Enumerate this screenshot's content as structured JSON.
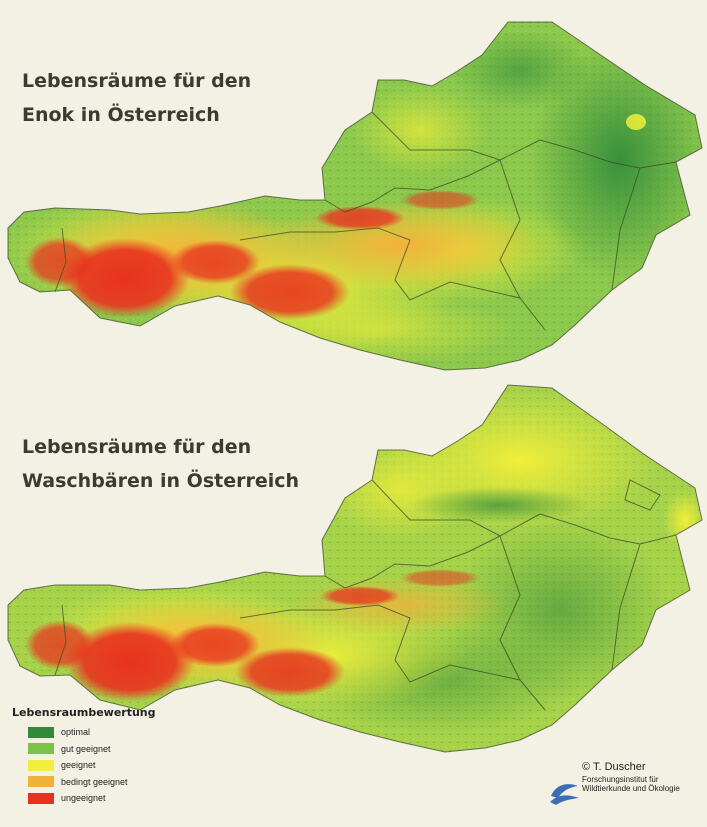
{
  "maps": {
    "top": {
      "title_line1": "Lebensräume für den",
      "title_line2": "Enok in Österreich"
    },
    "bottom": {
      "title_line1": "Lebensräume für den",
      "title_line2": "Waschbären in Österreich"
    }
  },
  "legend": {
    "title": "Lebensraumbewertung",
    "items": [
      {
        "label": "optimal",
        "color": "#2f8a3a"
      },
      {
        "label": "gut geeignet",
        "color": "#7cc24a"
      },
      {
        "label": "geeignet",
        "color": "#f0ee3a"
      },
      {
        "label": "bedingt geeignet",
        "color": "#f2b23a"
      },
      {
        "label": "ungeeignet",
        "color": "#e8321f"
      }
    ]
  },
  "credit": {
    "name": "© T. Duscher",
    "institute_line1": "Forschungsinstitut für",
    "institute_line2": "Wildtierkunde und Ökologie"
  }
}
